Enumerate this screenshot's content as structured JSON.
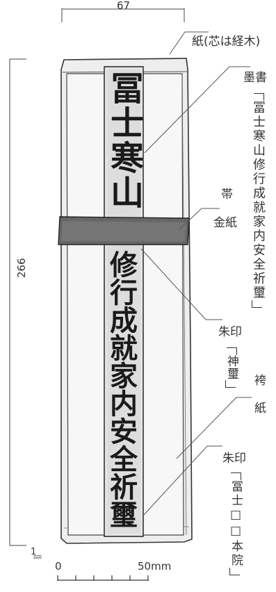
{
  "dimensions": {
    "width_label": "67",
    "height_label": "266",
    "small_label": "1",
    "scale_zero": "0",
    "scale_end": "50mm"
  },
  "labels": {
    "paper": "紙(芯は経木)",
    "ink_title": "墨書",
    "ink_text": "冨士寒山修行成就家内安全祈璽",
    "band_1": "帯",
    "band_2": "金紙",
    "seal1_title": "朱印",
    "seal1_text": "神璽",
    "hakama_1": "袴",
    "hakama_2": "紙",
    "seal2_title": "朱印",
    "seal2_text": "冨士□□本院"
  },
  "strip": {
    "upper_text": "冨士寒山",
    "lower_text": "修行成就家内安全祈璽"
  }
}
